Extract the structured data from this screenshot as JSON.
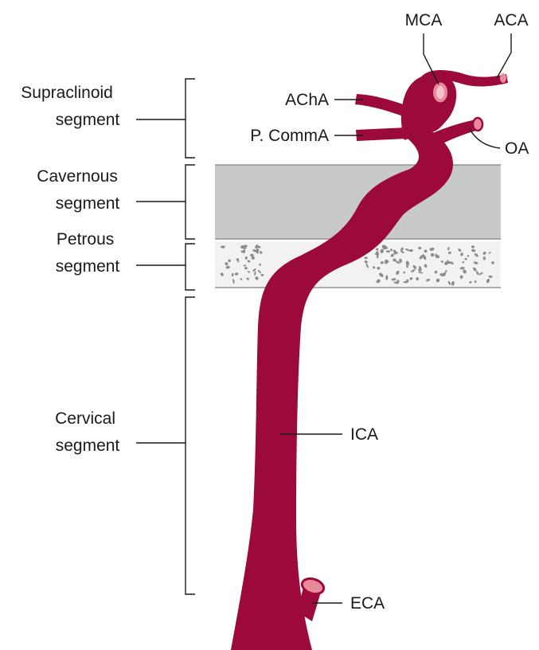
{
  "segments": {
    "supraclinoid": [
      "Supraclinoid",
      "segment"
    ],
    "cavernous": [
      "Cavernous",
      "segment"
    ],
    "petrous": [
      "Petrous",
      "segment"
    ],
    "cervical": [
      "Cervical",
      "segment"
    ]
  },
  "vessels": {
    "mca": "MCA",
    "aca": "ACA",
    "acha": "AChA",
    "pcomma": "P. CommA",
    "oa": "OA",
    "ica": "ICA",
    "eca": "ECA"
  },
  "colors": {
    "artery": "#9c0a3c",
    "lumen": "#e88a9c",
    "cavernous_band": "#c8c9cb",
    "petrous_band": "#f2f3f1",
    "bone_speckle": "#8a8c8e"
  }
}
